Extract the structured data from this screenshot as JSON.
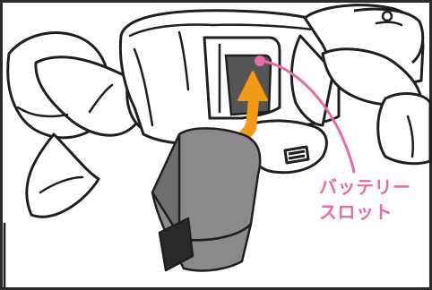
{
  "callout": {
    "line1": "バッテリー",
    "line2": "スロット"
  },
  "colors": {
    "background": "#ffffff",
    "frame": "#2b2b2b",
    "line_art": "#1f1f1f",
    "battery_body": "#8a8a8a",
    "battery_shadow": "#6e6e6e",
    "battery_terminal": "#2a2a2a",
    "slot_fill": "#555555",
    "arrow": "#f39a14",
    "callout": "#e86aa7"
  },
  "icons": [
    "battery-pack",
    "insertion-arrow",
    "battery-slot",
    "robot-dog-body",
    "slot-cover"
  ]
}
